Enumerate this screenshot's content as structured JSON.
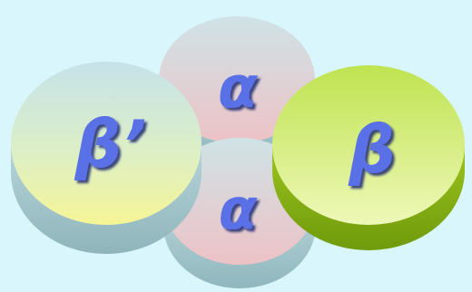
{
  "discs": {
    "alpha_top": {
      "label": "α",
      "top_color": "#e9c3c7",
      "top_color_2": "#cfe3e6",
      "side_color": "#9ec6cc"
    },
    "alpha_bottom": {
      "label": "α",
      "top_color": "#eec6ca",
      "top_color_2": "#cfe3e6",
      "side_color": "#9ec6cc"
    },
    "beta_prime": {
      "label": "β’",
      "top_color": "#c9e6ea",
      "top_color_2": "#f3f39a",
      "side_color": "#a9ccd2"
    },
    "beta": {
      "label": "β",
      "top_color": "#c0e45a",
      "top_color_2": "#e6f6a6",
      "side_color": "#7fa810"
    }
  },
  "colors": {
    "background": "#d9f6fc",
    "label_fill": "#5a70e6",
    "label_shadow": "#1d2a6e"
  }
}
